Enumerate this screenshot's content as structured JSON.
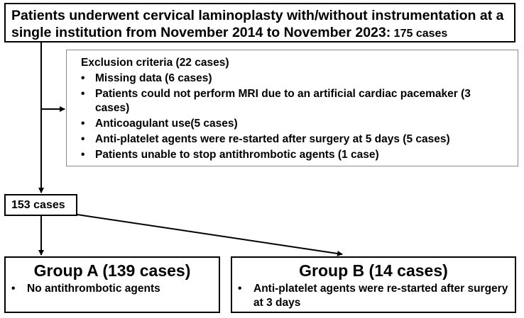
{
  "top_box": {
    "text": "Patients underwent cervical laminoplasty with/without instrumentation at a single institution from November 2014 to November 2023:",
    "count": " 175 cases"
  },
  "exclusion": {
    "title": "Exclusion criteria (22 cases)",
    "items": [
      {
        "label": "Missing data (6 cases)"
      },
      {
        "label": "Patients could not perform MRI due to an artificial cardiac pacemaker (3 cases)"
      },
      {
        "label": "Anticoagulant use(5 cases)"
      },
      {
        "label": "Anti-platelet agents were re-started after surgery at 5 days (5 cases)"
      },
      {
        "label": "Patients unable to stop antithrombotic agents (1 case)"
      }
    ]
  },
  "remaining": {
    "label": "153 cases"
  },
  "group_a": {
    "title": "Group A (139 cases)",
    "items": [
      {
        "label": "No antithrombotic agents"
      }
    ]
  },
  "group_b": {
    "title": "Group B (14 cases)",
    "items": [
      {
        "label": "Anti-platelet agents were re-started after surgery at 3 days"
      }
    ]
  }
}
